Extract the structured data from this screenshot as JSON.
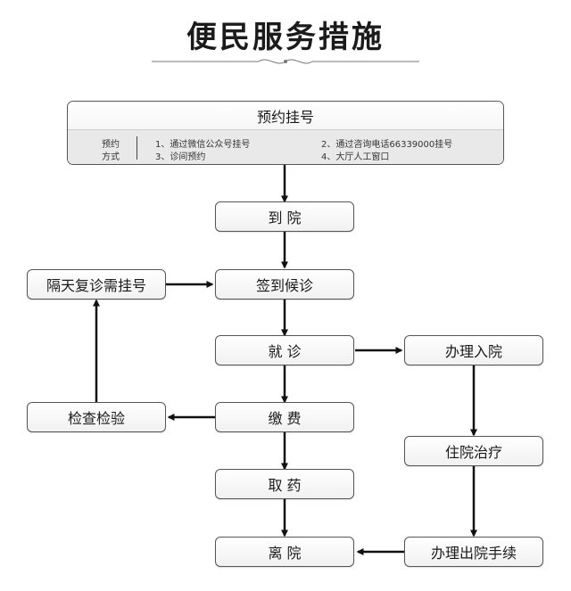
{
  "title": "便民服务措施",
  "booking": {
    "title": "预约挂号",
    "method_label_1": "预约",
    "method_label_2": "方式",
    "options": [
      "1、通过微信公众号挂号",
      "2、通过咨询电话66339000挂号",
      "3、诊间预约",
      "4、大厅人工窗口"
    ]
  },
  "nodes": {
    "arrive": "到 院",
    "checkin": "签到候诊",
    "consult": "就 诊",
    "pay": "缴 费",
    "medicine": "取 药",
    "leave": "离 院",
    "next_day": "隔天复诊需挂号",
    "exam": "检查检验",
    "admission": "办理入院",
    "treatment": "住院治疗",
    "discharge": "办理出院手续"
  }
}
